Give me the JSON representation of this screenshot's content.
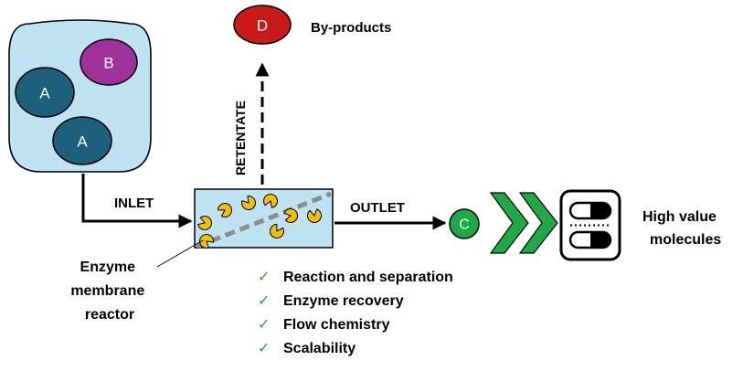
{
  "colors": {
    "feed_tank_fill": "#bfe3f3",
    "molecule_a": "#1f5f7e",
    "molecule_b": "#a1319a",
    "molecule_c": "#1fa84a",
    "molecule_d": "#c81a1a",
    "reactor_fill": "#bfe3f3",
    "enzyme": "#f2bd0b",
    "membrane": "#8c8c8c",
    "chevron": "#1fa84a",
    "check": "#2e9e3e"
  },
  "molecules": {
    "a1": "A",
    "a2": "A",
    "b": "B",
    "c": "C",
    "d": "D"
  },
  "labels": {
    "inlet": "INLET",
    "outlet": "OUTLET",
    "retentate": "RETENTATE",
    "byproducts": "By-products",
    "reactor": [
      "Enzyme",
      "membrane",
      "reactor"
    ],
    "product": [
      "High value",
      "molecules"
    ]
  },
  "benefits": [
    "Reaction and separation",
    "Enzyme recovery",
    "Flow chemistry",
    "Scalability"
  ],
  "icons": {
    "check": "checkmark-icon",
    "capsules": "capsule-pills-icon",
    "chevrons": "double-chevron-icon"
  }
}
